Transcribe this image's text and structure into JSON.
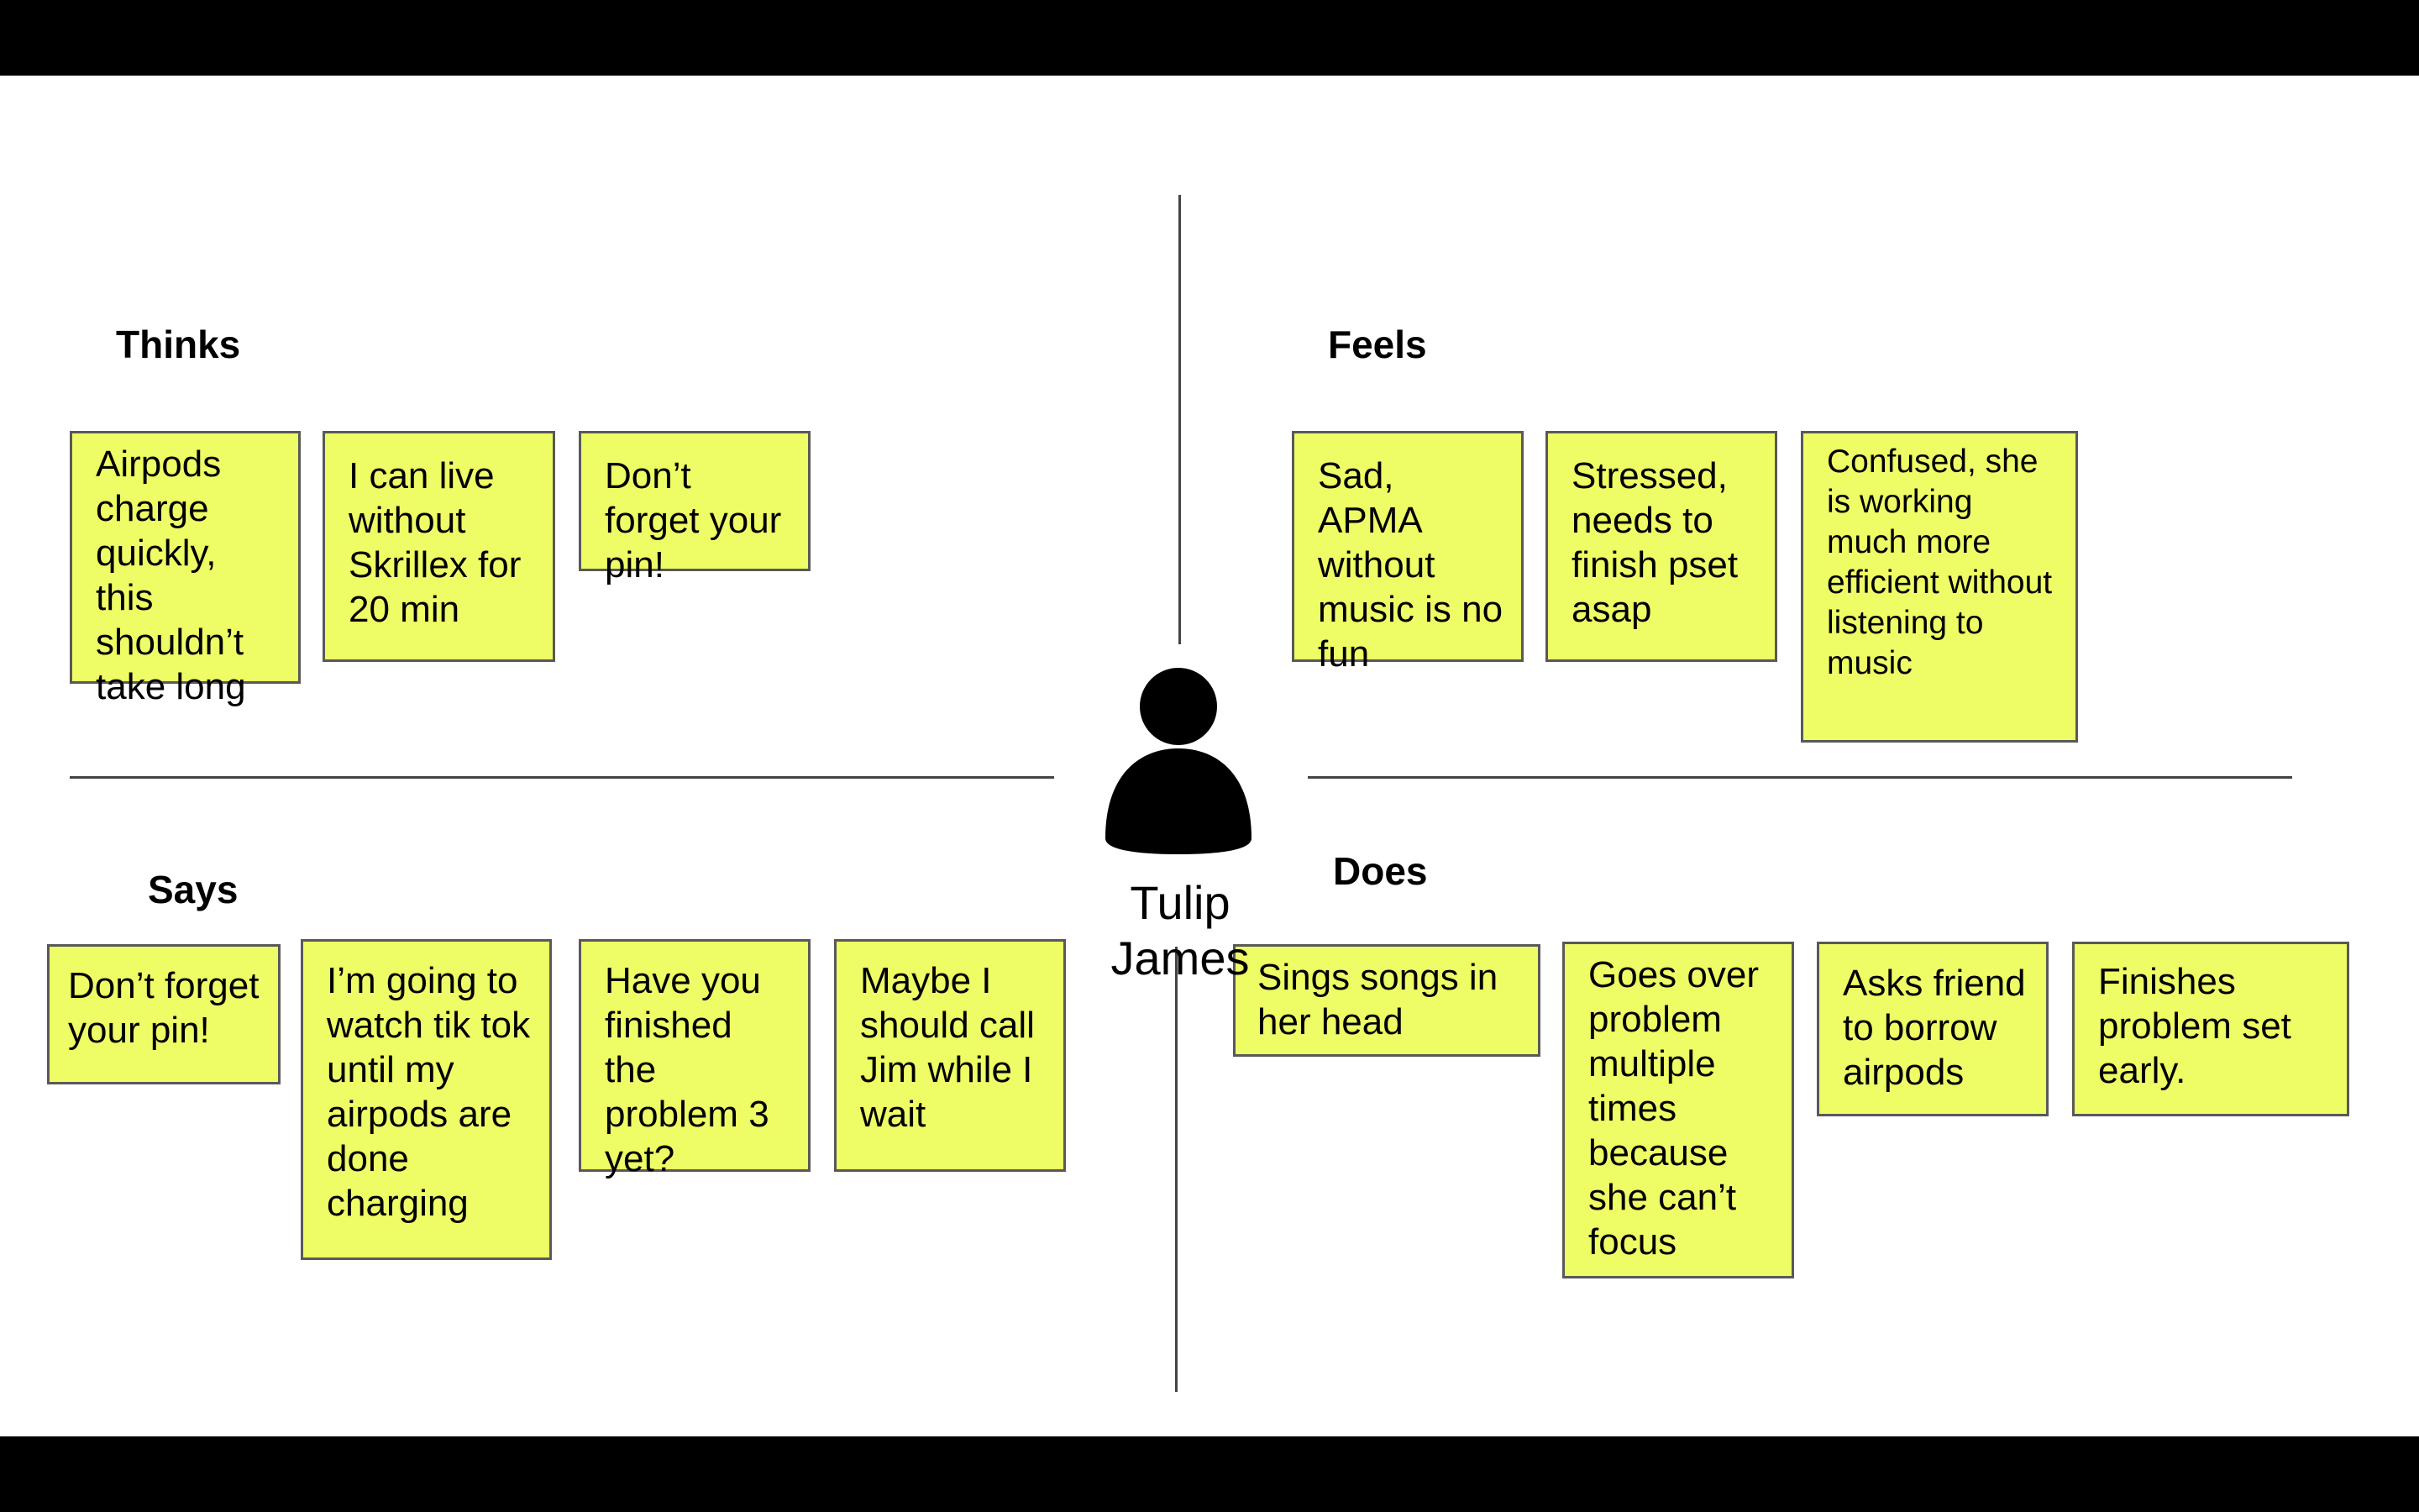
{
  "persona": {
    "first_name": "Tulip",
    "last_name": "James",
    "icon": "person-icon"
  },
  "quadrants": {
    "thinks": {
      "title": "Thinks",
      "notes": [
        "Airpods charge quickly, this shouldn’t take long",
        "I can live without Skrillex for 20 min",
        "Don’t forget your pin!"
      ]
    },
    "feels": {
      "title": "Feels",
      "notes": [
        "Sad, APMA without music is no fun",
        "Stressed, needs to finish pset asap",
        "Confused, she is working much more efficient without listening to music"
      ]
    },
    "says": {
      "title": "Says",
      "notes": [
        "Don’t forget your pin!",
        "I’m going to watch tik tok until my airpods are done charging",
        "Have you finished the problem 3 yet?",
        "Maybe I should call Jim while I wait"
      ]
    },
    "does": {
      "title": "Does",
      "notes": [
        "Sings songs in her head",
        "Goes over problem multiple times because she can’t focus",
        "Asks friend to borrow airpods",
        "Finishes problem set early."
      ]
    }
  },
  "colors": {
    "note": "#eefc66",
    "note_border": "#595959",
    "divider": "#444444",
    "letterbox": "#000000"
  }
}
